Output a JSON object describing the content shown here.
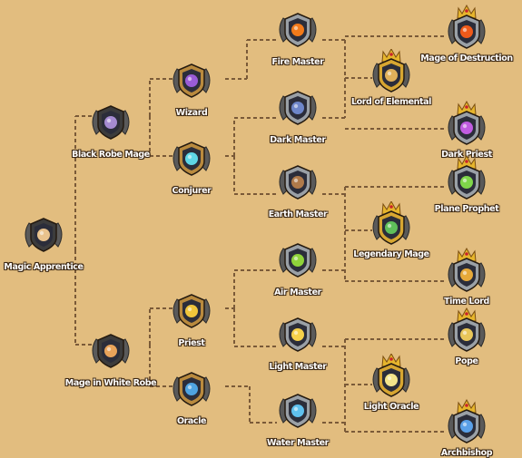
{
  "colors": {
    "background": "#e2bd7f",
    "connector": "#7a5a38",
    "frame_dark": "#3c3c3c",
    "frame_bronze": "#b98a3e",
    "frame_silver": "#9aa0a6",
    "frame_gold": "#d7a631",
    "crown": "#e6b52d"
  },
  "nodes": {
    "magic_apprentice": {
      "label": "Magic Apprentice",
      "tier": 0,
      "frame": "dark",
      "crown": false,
      "icon": "apprentice-icon",
      "accent": "#e9c38d"
    },
    "black_robe_mage": {
      "label": "Black Robe Mage",
      "tier": 1,
      "frame": "dark",
      "crown": false,
      "icon": "black-robe-icon",
      "accent": "#a58bd2"
    },
    "mage_white_robe": {
      "label": "Mage in White Robe",
      "tier": 1,
      "frame": "dark",
      "crown": false,
      "icon": "white-robe-icon",
      "accent": "#e8a35a"
    },
    "wizard": {
      "label": "Wizard",
      "tier": 2,
      "frame": "bronze",
      "crown": false,
      "icon": "wizard-icon",
      "accent": "#9a5cd6"
    },
    "conjurer": {
      "label": "Conjurer",
      "tier": 2,
      "frame": "bronze",
      "crown": false,
      "icon": "conjurer-icon",
      "accent": "#5fd6e6"
    },
    "priest": {
      "label": "Priest",
      "tier": 2,
      "frame": "bronze",
      "crown": false,
      "icon": "priest-icon",
      "accent": "#f0c53b"
    },
    "oracle": {
      "label": "Oracle",
      "tier": 2,
      "frame": "bronze",
      "crown": false,
      "icon": "oracle-icon",
      "accent": "#4fa3e0"
    },
    "fire_master": {
      "label": "Fire Master",
      "tier": 3,
      "frame": "silver",
      "crown": false,
      "icon": "fire-icon",
      "accent": "#f27a1a"
    },
    "dark_master": {
      "label": "Dark Master",
      "tier": 3,
      "frame": "silver",
      "crown": false,
      "icon": "dark-skull-icon",
      "accent": "#6e86c9"
    },
    "earth_master": {
      "label": "Earth Master",
      "tier": 3,
      "frame": "silver",
      "crown": false,
      "icon": "earth-icon",
      "accent": "#b07a4a"
    },
    "air_master": {
      "label": "Air Master",
      "tier": 3,
      "frame": "silver",
      "crown": false,
      "icon": "air-icon",
      "accent": "#8fd23a"
    },
    "light_master": {
      "label": "Light Master",
      "tier": 3,
      "frame": "silver",
      "crown": false,
      "icon": "light-icon",
      "accent": "#f5d04a"
    },
    "water_master": {
      "label": "Water Master",
      "tier": 3,
      "frame": "silver",
      "crown": false,
      "icon": "water-icon",
      "accent": "#5fc0ee"
    },
    "lord_of_elemental": {
      "label": "Lord of Elemental",
      "tier": 4,
      "frame": "gold",
      "crown": true,
      "icon": "elemental-lord-icon",
      "accent": "#e0b05a"
    },
    "legendary_mage": {
      "label": "Legendary Mage",
      "tier": 4,
      "frame": "gold",
      "crown": true,
      "icon": "legendary-mage-icon",
      "accent": "#5fbf5a"
    },
    "light_oracle": {
      "label": "Light Oracle",
      "tier": 4,
      "frame": "gold",
      "crown": true,
      "icon": "light-oracle-icon",
      "accent": "#f3e48a"
    },
    "mage_of_destruction": {
      "label": "Mage of Destruction",
      "tier": 5,
      "frame": "silver",
      "crown": true,
      "icon": "destruction-icon",
      "accent": "#ef5a1a"
    },
    "dark_priest": {
      "label": "Dark Priest",
      "tier": 5,
      "frame": "silver",
      "crown": true,
      "icon": "dark-priest-icon",
      "accent": "#c05ce0"
    },
    "plane_prophet": {
      "label": "Plane Prophet",
      "tier": 5,
      "frame": "silver",
      "crown": true,
      "icon": "plane-prophet-icon",
      "accent": "#7fd64a"
    },
    "time_lord": {
      "label": "Time Lord",
      "tier": 5,
      "frame": "silver",
      "crown": true,
      "icon": "time-lord-icon",
      "accent": "#e6a93a"
    },
    "pope": {
      "label": "Pope",
      "tier": 5,
      "frame": "silver",
      "crown": true,
      "icon": "pope-icon",
      "accent": "#e8c65a"
    },
    "archbishop": {
      "label": "Archbishop",
      "tier": 5,
      "frame": "silver",
      "crown": true,
      "icon": "archbishop-icon",
      "accent": "#5aa0e8"
    }
  }
}
